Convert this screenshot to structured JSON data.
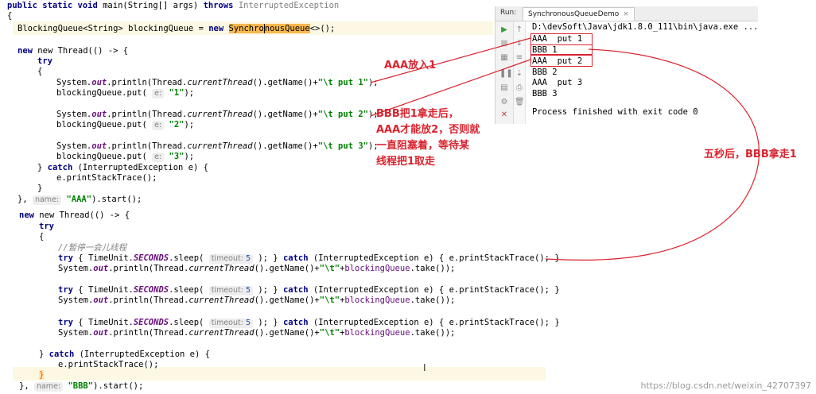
{
  "code": {
    "l1": [
      "public static void ",
      "main",
      "(String[] args) ",
      "throws ",
      "InterruptedException"
    ],
    "l2": "{",
    "l3": [
      "BlockingQueue<String> blockingQueue = ",
      "new ",
      "Synchro",
      "nousQueue",
      "<>();"
    ],
    "new_thread": "new Thread(() -> {",
    "try": "try",
    "open_brace": "{",
    "close_brace": "}",
    "sysout_pre": "System.",
    "out": "out",
    "println_pre": ".println(Thread.",
    "current_thread": "currentThread",
    "get_name": "().getName()+",
    "put1_str": "\"\\t put 1\"",
    "put2_str": "\"\\t put 2\"",
    "put3_str": "\"\\t put 3\"",
    "close_paren": ");",
    "queue_put": "blockingQueue.put(",
    "hint_e": "e:",
    "val1": "\"1\"",
    "val2": "\"2\"",
    "val3": "\"3\"",
    "catch_line": [
      "} ",
      "catch ",
      "(InterruptedException e) {"
    ],
    "print_stack": "e.printStackTrace();",
    "end_thread_pre": "}, ",
    "hint_name": "name:",
    "thread_aaa": "\"AAA\"",
    "thread_bbb": "\"BBB\"",
    "start": ").start();",
    "comment": "//暂停一会儿线程",
    "sleep_try": "try ",
    "sleep_pre": "{ TimeUnit.",
    "seconds": "SECONDS",
    "sleep_call": ".sleep(",
    "hint_timeout": "timeout:",
    "sleep_val": "5",
    "sleep_post": " ); } ",
    "catch_kw": "catch ",
    "catch_post": "(InterruptedException e) { e.printStackTrace(); }",
    "tab_str": "\"\\t\"",
    "take_pre": "+",
    "take": "blockingQueue",
    "take_post": ".take());"
  },
  "run_panel": {
    "label": "Run:",
    "tab": "SynchronousQueueDemo",
    "close": "×",
    "path": "D:\\devSoft\\Java\\jdk1.8.0_111\\bin\\java.exe ...",
    "output": [
      "AAA  put 1",
      "BBB 1",
      "AAA  put 2",
      "BBB 2",
      "AAA  put 3",
      "BBB 3"
    ],
    "finished": "Process finished with exit code 0"
  },
  "annotations": {
    "note1": "AAA放入1",
    "note2": "BBB把1拿走后，\nAAA才能放2，否则就\n一直阻塞着，等待某\n线程把1取走",
    "note3": "五秒后，BBB拿走1"
  },
  "watermark": "https://blog.csdn.net/weixin_42707397",
  "colors": {
    "keyword": "#000080",
    "string": "#008000",
    "field": "#660e7a",
    "annotation": "#d9232e"
  }
}
